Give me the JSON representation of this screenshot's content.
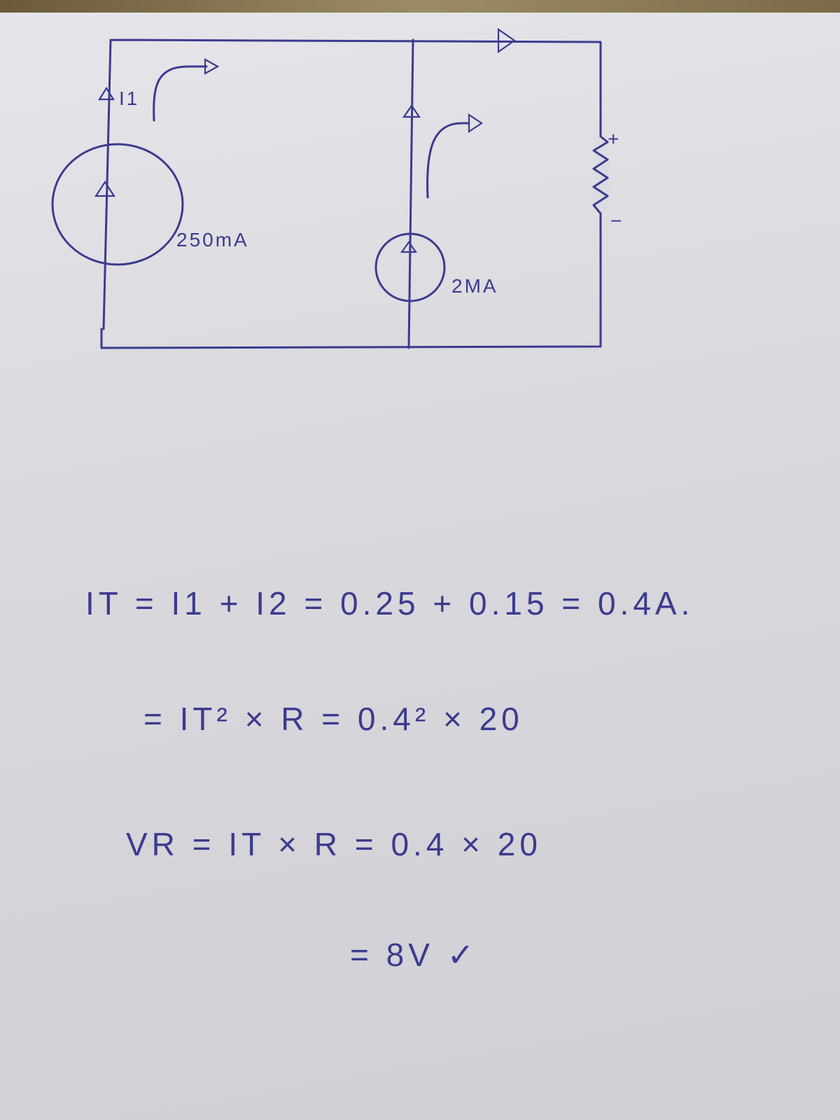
{
  "circuit": {
    "source1_label": "250mA",
    "source2_label": "2MA",
    "branch_label": "I1",
    "resistor_plus": "+",
    "resistor_minus": "−"
  },
  "equations": [
    "IT = I1 + I2 = 0.25 + 0.15 = 0.4A.",
    "= IT² × R = 0.4² × 20",
    "VR = IT × R = 0.4 × 20",
    "= 8V ✓"
  ],
  "colors": {
    "ink": "#3b3b8f",
    "paper": "#dcdce1"
  }
}
